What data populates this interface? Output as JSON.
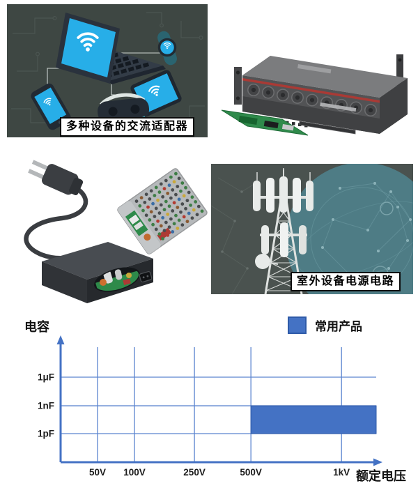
{
  "figures": {
    "devices": {
      "caption": "多种设备的交流适配器"
    },
    "tower": {
      "caption": "室外设备电源电路"
    }
  },
  "chart_data": {
    "type": "bar",
    "title": "",
    "ylabel": "电容",
    "xlabel": "额定电压",
    "legend": [
      {
        "label": "常用产品",
        "color": "#4472C4",
        "border": "#2E5AA8"
      }
    ],
    "legend_position": "top-right",
    "grid": true,
    "axis_color": "#4472C4",
    "grid_color": "#5B84CF",
    "x_ticks": [
      "50V",
      "100V",
      "250V",
      "500V",
      "1kV"
    ],
    "x_tick_pos": [
      0.117,
      0.234,
      0.424,
      0.603,
      0.89
    ],
    "y_ticks": [
      "1μF",
      "1nF",
      "1pF"
    ],
    "y_tick_pos": [
      0.307,
      0.54,
      0.767
    ],
    "bars": [
      {
        "series": "常用产品",
        "x_start": "500V",
        "x_end": "axis-end",
        "y_start": "1pF",
        "y_end": "1nF",
        "color": "#4472C4",
        "border": "#2E5AA8"
      }
    ]
  }
}
